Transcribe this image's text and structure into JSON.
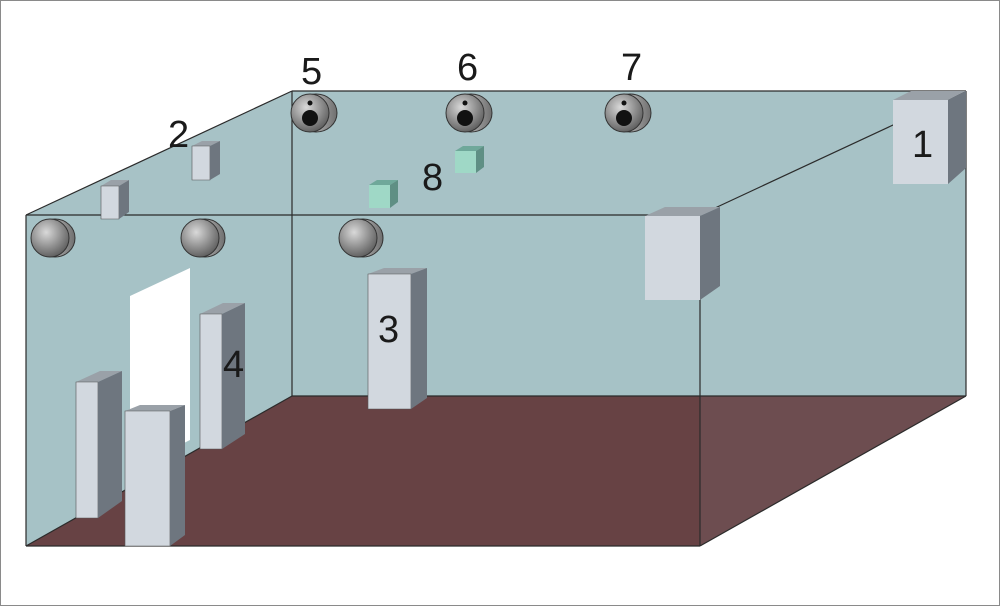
{
  "diagram": {
    "labels": {
      "l1": "1",
      "l2": "2",
      "l3": "3",
      "l4": "4",
      "l5": "5",
      "l6": "6",
      "l7": "7",
      "l8": "8"
    },
    "colors": {
      "wall": "#a7c2c6",
      "floor": "#5a2628",
      "edge": "#2b2b2b",
      "box_front": "#d2d8df",
      "box_side": "#6e767f",
      "box_top": "#9aa1a8",
      "sensor_green": "#9fd8c6",
      "door": "#ffffff"
    }
  }
}
